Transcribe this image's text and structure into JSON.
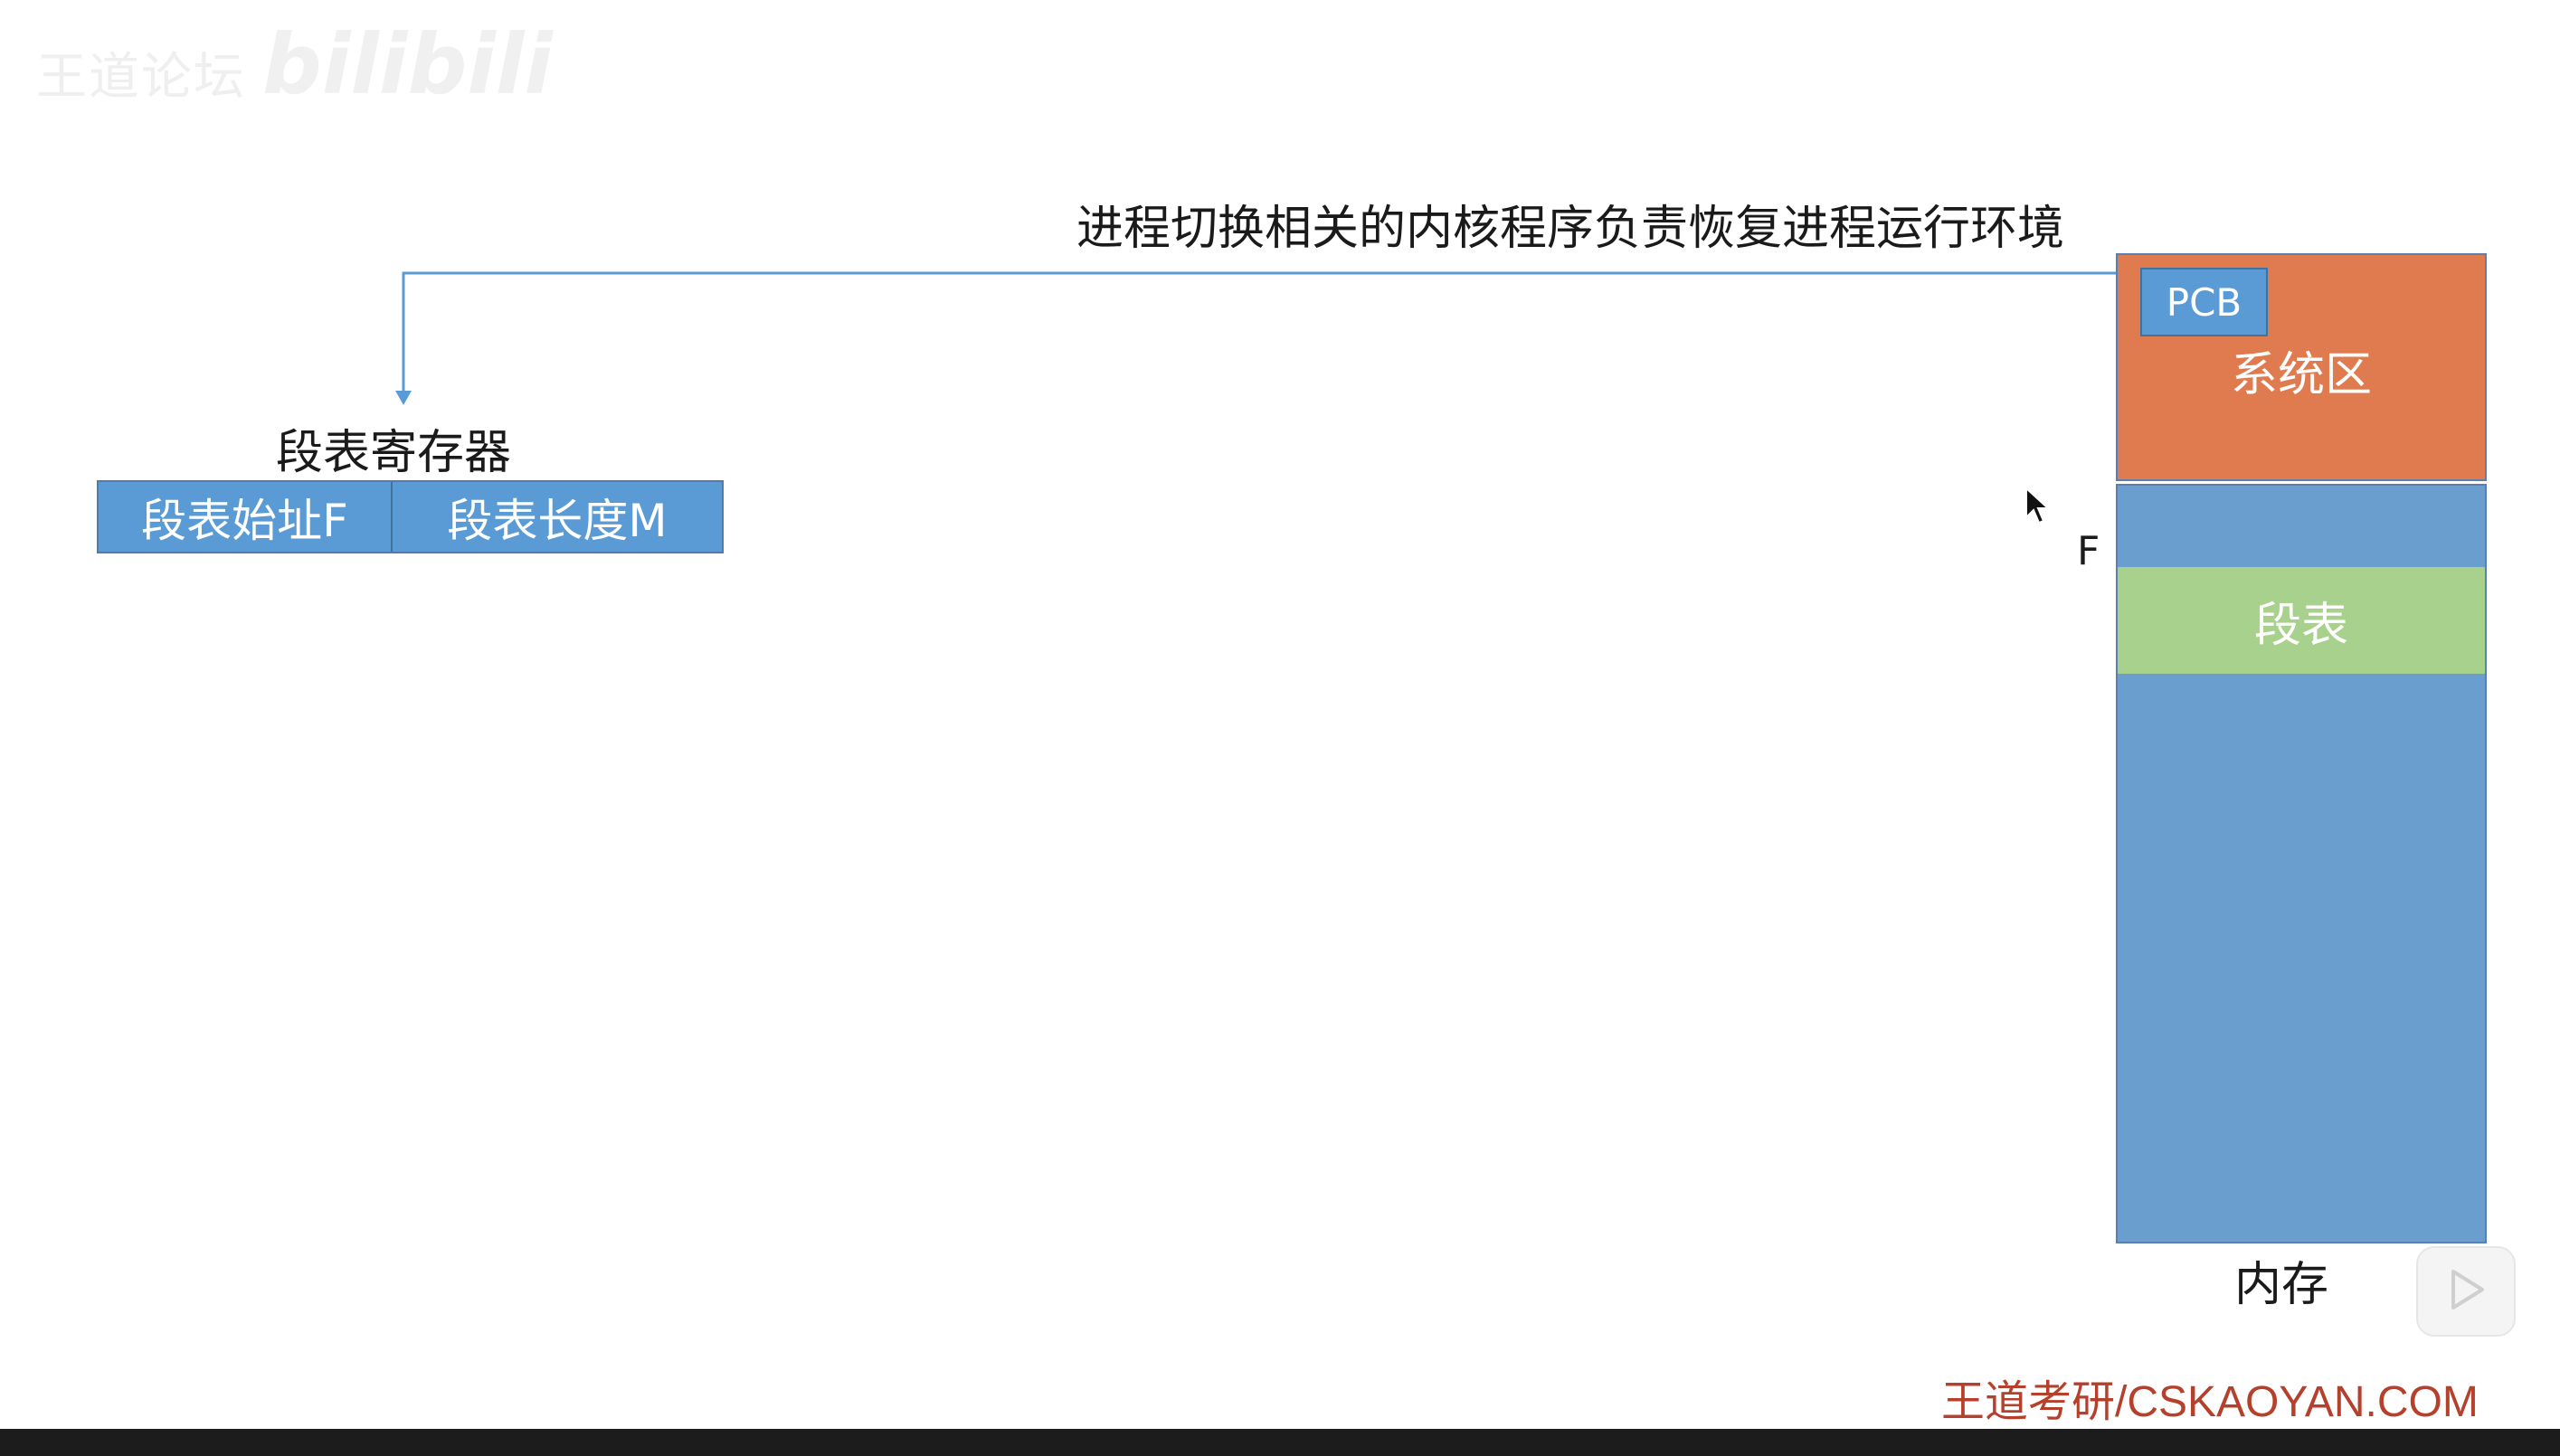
{
  "watermark": {
    "text": "王道论坛",
    "logo": "bilibili"
  },
  "heading": "进程切换相关的内核程序负责恢复进程运行环境",
  "register": {
    "label": "段表寄存器",
    "cells": [
      "段表始址F",
      "段表长度M"
    ]
  },
  "memory": {
    "pcb": "PCB",
    "system_area": "系统区",
    "f_marker": "F",
    "segment_table": "段表",
    "label": "内存"
  },
  "footer": "王道考研/CSKAOYAN.COM",
  "colors": {
    "system_area": "#e07b4f",
    "user_area": "#6a9ecf",
    "segment_table": "#a9d18e",
    "register": "#5b9bd5",
    "arrow": "#5b9bd5",
    "footer": "#b5402c"
  },
  "icons": {
    "play": "play-icon",
    "cursor": "mouse-cursor-icon"
  }
}
